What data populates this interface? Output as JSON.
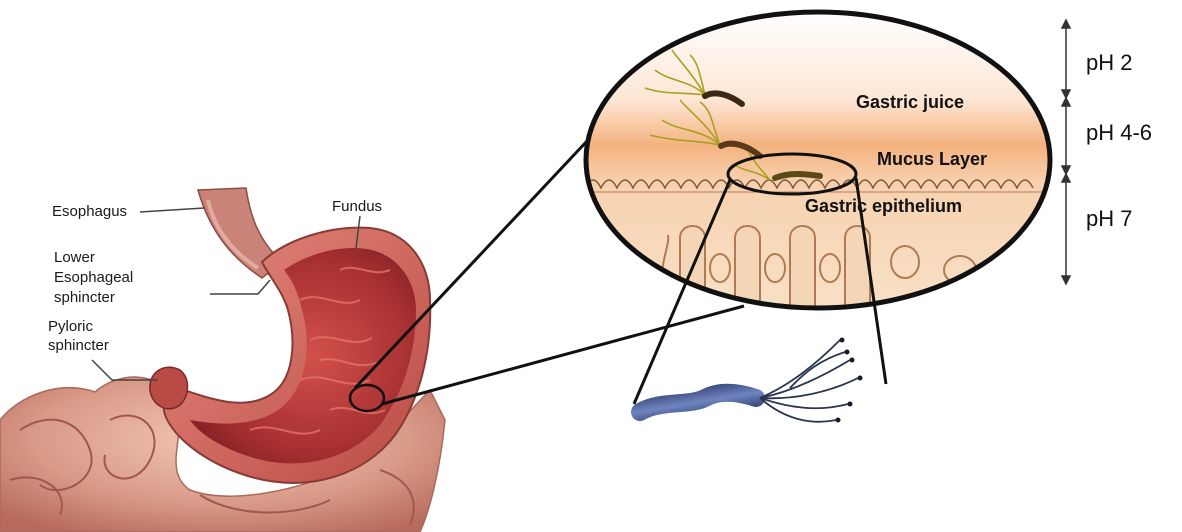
{
  "labels": {
    "esophagus": "Esophagus",
    "fundus": "Fundus",
    "lower_esophageal_sphincter": [
      "Lower",
      "Esophageal",
      "sphincter"
    ],
    "pyloric_sphincter": [
      "Pyloric",
      "sphincter"
    ]
  },
  "zoom_labels": {
    "gastric_juice": "Gastric juice",
    "mucus_layer": "Mucus Layer",
    "gastric_epithelium": "Gastric epithelium"
  },
  "ph_scale": [
    {
      "label": "pH 2"
    },
    {
      "label": "pH 4-6"
    },
    {
      "label": "pH 7"
    }
  ]
}
